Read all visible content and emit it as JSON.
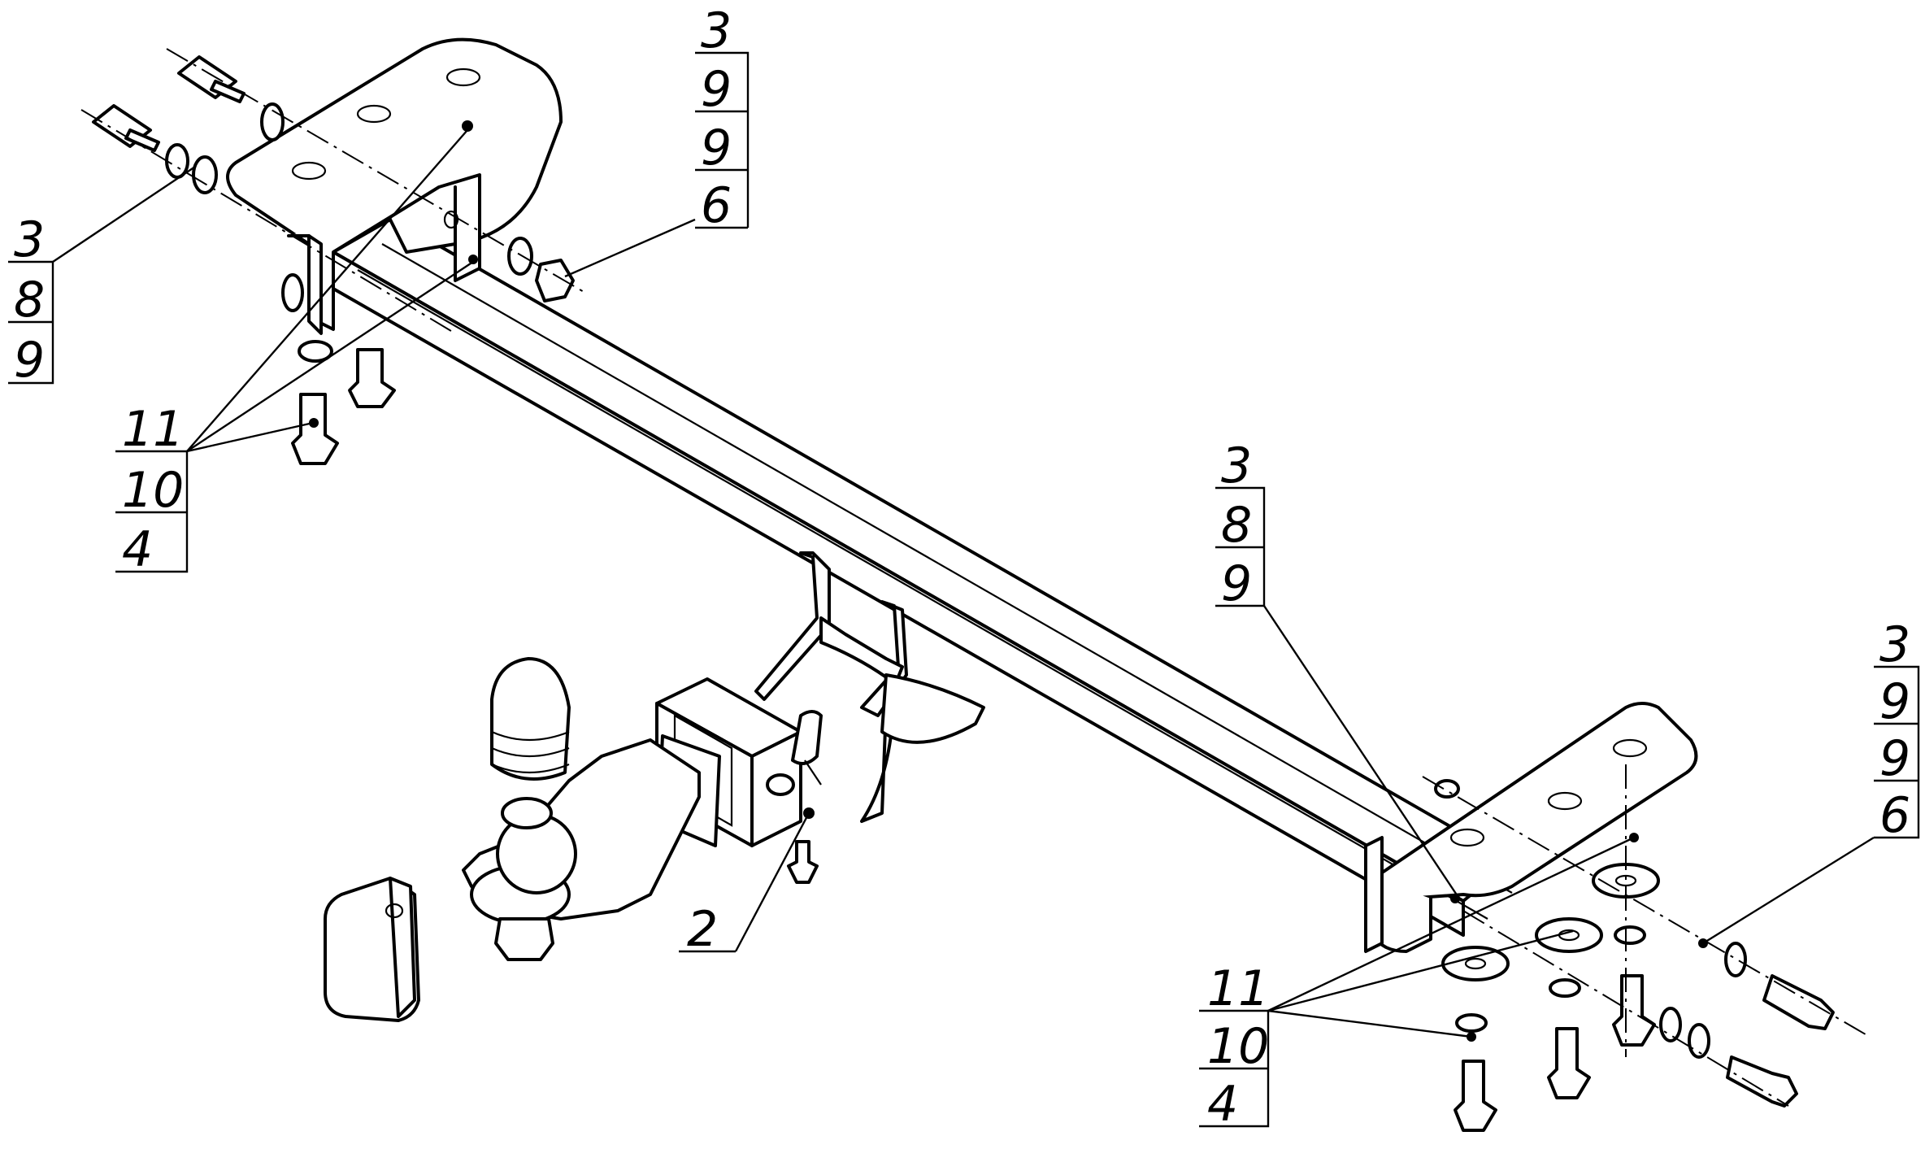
{
  "callouts": {
    "top_left": [
      "3",
      "8",
      "9"
    ],
    "top_center": [
      "3",
      "9",
      "9",
      "6"
    ],
    "left_mid": [
      "11",
      "10",
      "4"
    ],
    "center_right": [
      "3",
      "8",
      "9"
    ],
    "right": [
      "3",
      "9",
      "9",
      "6"
    ],
    "bottom_right": [
      "11",
      "10",
      "4"
    ],
    "ball_mount": [
      "2"
    ]
  }
}
